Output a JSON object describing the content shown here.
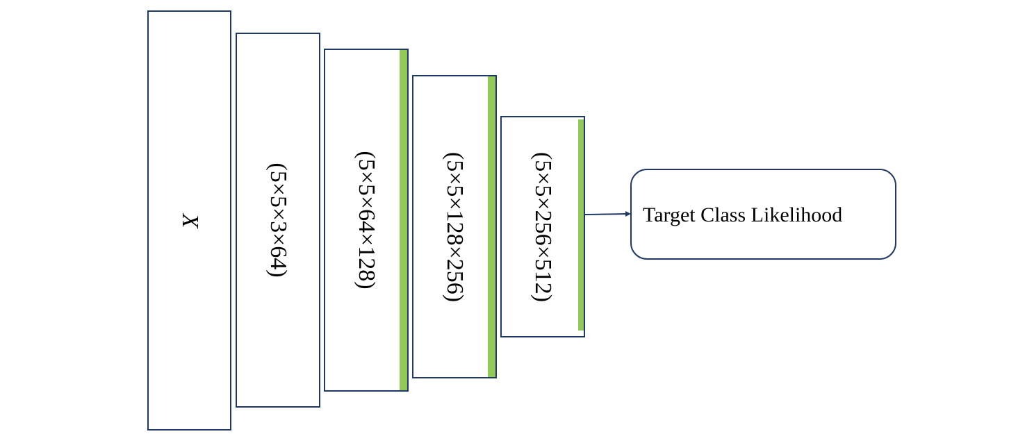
{
  "diagram": {
    "layers": [
      {
        "label": "X",
        "italic": true
      },
      {
        "label": "(5×5×3×64)"
      },
      {
        "label": "(5×5×64×128)"
      },
      {
        "label": "(5×5×128×256)"
      },
      {
        "label": "(5×5×256×512)"
      }
    ],
    "output": {
      "label": "Target Class Likelihood"
    },
    "colors": {
      "border": "#1f3864",
      "accent_bar": "#92c85a",
      "arrow": "#1f3864"
    }
  }
}
